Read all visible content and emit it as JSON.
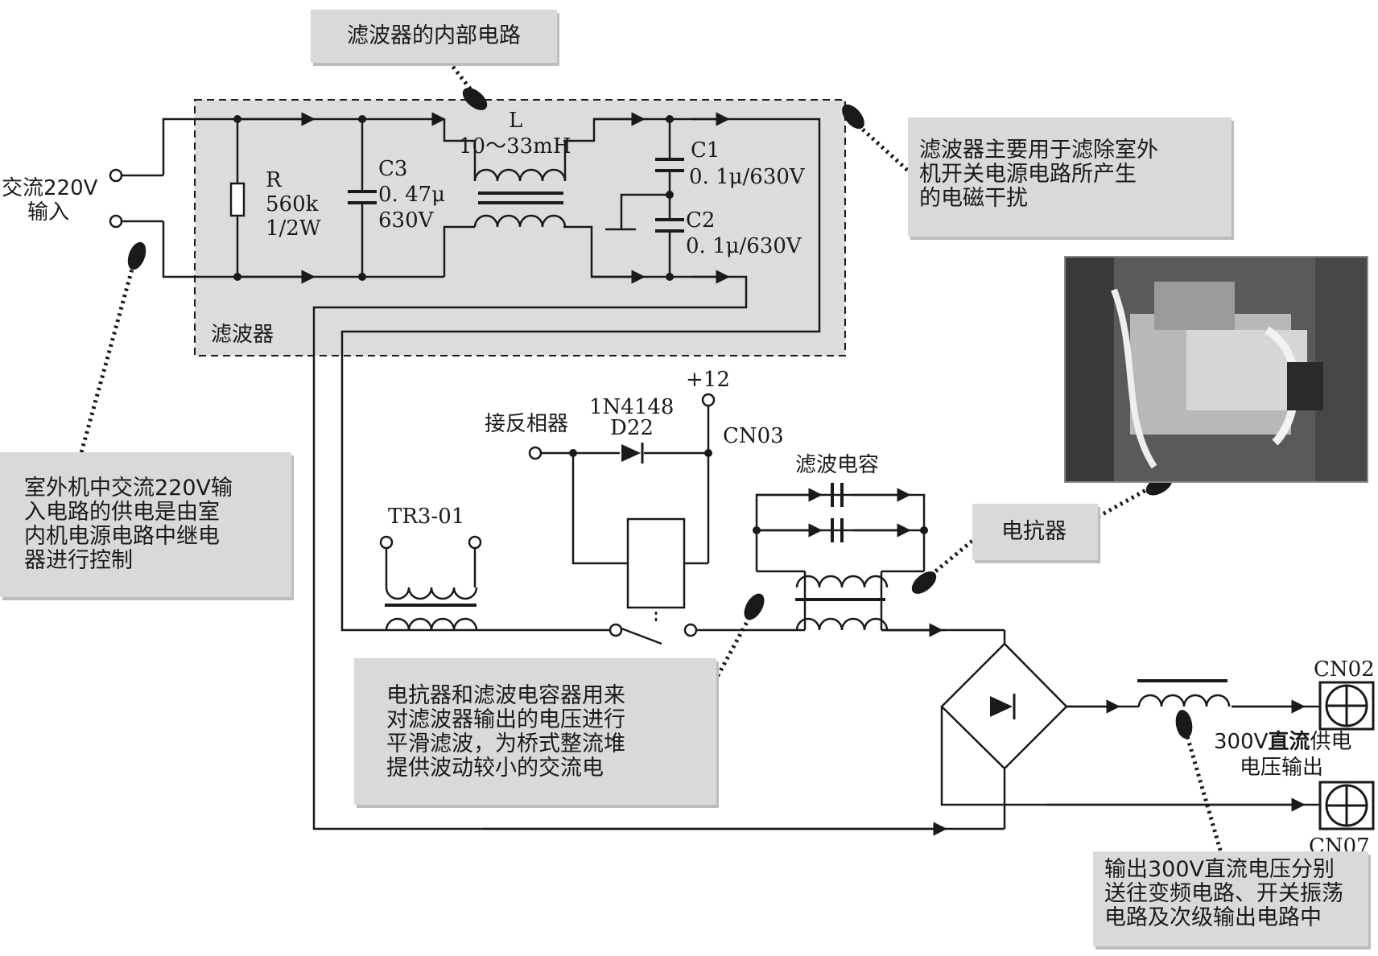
{
  "labels": {
    "ac_input": "交流220V",
    "ac_input_2": "输入",
    "filter_box": "滤波器",
    "R_name": "R",
    "R_value": "560k",
    "R_power": "1/2W",
    "C3_name": "C3",
    "C3_value": "0. 47μ",
    "C3_voltage": "630V",
    "L_name": "L",
    "L_value": "10～33mH",
    "C1_name": "C1",
    "C1_value": "0. 1μ/630V",
    "C2_name": "C2",
    "C2_value": "0. 1μ/630V",
    "plus12": "+12",
    "reverse_relay": "接反相器",
    "diode_part": "1N4148",
    "diode_ref": "D22",
    "cn03": "CN03",
    "filter_caps": "滤波电容",
    "tr301": "TR3-01",
    "cn02": "CN02",
    "cn07": "CN07",
    "dc_out_a": "300V",
    "dc_out_b": "直流",
    "dc_out_c": "供电",
    "dc_out_2": "电压输出"
  },
  "callouts": {
    "internal_circuit": "滤波器的内部电路",
    "filter_purpose": "滤波器主要用于滤除室外\n机开关电源电路所产生\n的电磁干扰",
    "power_supply": "室外机中交流220V输\n入电路的供电是由室\n内机电源电路中继电\n器进行控制",
    "reactor": "电抗器",
    "smoothing": "电抗器和滤波电容器用来\n对滤波器输出的电压进行\n平滑滤波，为桥式整流堆\n提供波动较小的交流电",
    "dc_output": "输出300V直流电压分别\n送往变频电路、开关振荡\n电路及次级输出电路中"
  },
  "icons": [
    "pointing-hand-icon"
  ],
  "colors": {
    "panel": "#d9d9d9",
    "line": "#1a1a1a"
  }
}
